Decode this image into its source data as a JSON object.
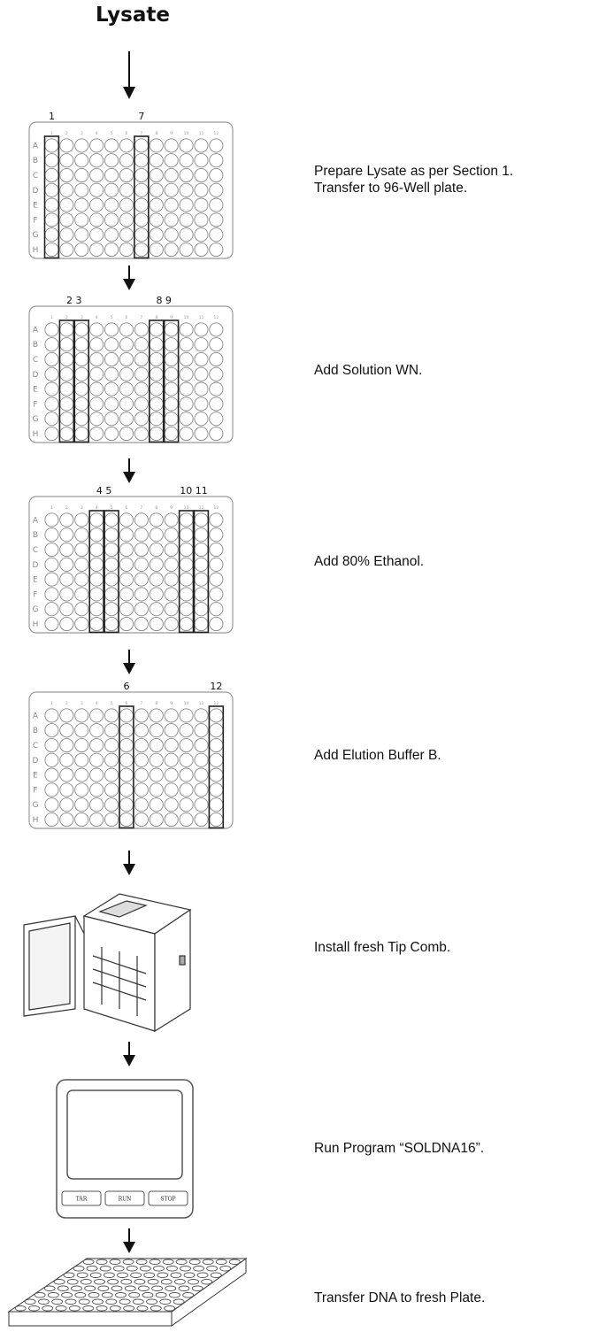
{
  "title": "Lysate",
  "row_letters": [
    "A",
    "B",
    "C",
    "D",
    "E",
    "F",
    "G",
    "H"
  ],
  "col_numbers": [
    "1",
    "2",
    "3",
    "4",
    "5",
    "6",
    "7",
    "8",
    "9",
    "10",
    "11",
    "12"
  ],
  "steps": [
    {
      "lines": [
        "Prepare Lysate as per Section 1.",
        "Transfer to 96-Well plate."
      ],
      "highlight_cols": [
        1,
        7
      ],
      "col_labels": [
        "1",
        "7"
      ]
    },
    {
      "lines": [
        "Add Solution WN."
      ],
      "highlight_cols": [
        2,
        3,
        8,
        9
      ],
      "col_labels": [
        "2 3",
        "8 9"
      ]
    },
    {
      "lines": [
        "Add 80% Ethanol."
      ],
      "highlight_cols": [
        4,
        5,
        10,
        11
      ],
      "col_labels": [
        "4 5",
        "10 11"
      ]
    },
    {
      "lines": [
        "Add Elution Buffer B."
      ],
      "highlight_cols": [
        6,
        12
      ],
      "col_labels": [
        "6",
        "12"
      ]
    },
    {
      "lines": [
        "Install fresh Tip Comb."
      ]
    },
    {
      "lines": [
        "Run Program “SOLDNA16”."
      ],
      "buttons": [
        "TAR",
        "RUN",
        "STOP"
      ]
    },
    {
      "lines": [
        "Transfer DNA to fresh Plate."
      ]
    }
  ]
}
